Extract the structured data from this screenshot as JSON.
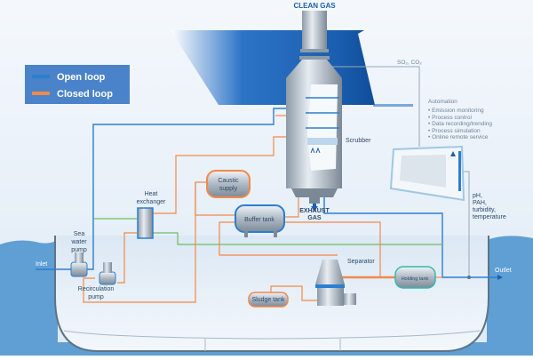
{
  "title": "CLEAN GAS",
  "legend": {
    "open_loop": "Open loop",
    "closed_loop": "Closed loop"
  },
  "colors": {
    "open_loop": "#2a7fd0",
    "closed_loop": "#f08a4b",
    "cooling": "#6cbd63",
    "funnel": "#1b5fb0",
    "water": "#5f9fd4",
    "sensor_line": "#9aa8b4"
  },
  "labels": {
    "so2_co2": "SO₂, CO₂",
    "scrubber": "Scrubber",
    "exhaust_gas_1": "EXHAUST",
    "exhaust_gas_2": "GAS",
    "caustic_1": "Caustic",
    "caustic_2": "supply",
    "heat_exchanger_1": "Heat",
    "heat_exchanger_2": "exchanger",
    "buffer_tank": "Buffer tank",
    "sea_1": "Sea",
    "sea_2": "water",
    "sea_3": "pump",
    "recirc_1": "Recirculation",
    "recirc_2": "pump",
    "inlet": "Inlet",
    "separator": "Separator",
    "sludge_tank": "Sludge tank",
    "holding_tank": "Holding tank",
    "outlet": "Outlet",
    "sensors": [
      "pH,",
      "PAH,",
      "turbidity,",
      "temperature"
    ]
  },
  "automation": {
    "heading": "Automation",
    "items": [
      "Emission monitoring",
      "Process control",
      "Data recording/trending",
      "Process simulation",
      "Online remote service"
    ]
  },
  "icons": [
    "logo-triangle-icon",
    "flow-arrow-icon"
  ]
}
